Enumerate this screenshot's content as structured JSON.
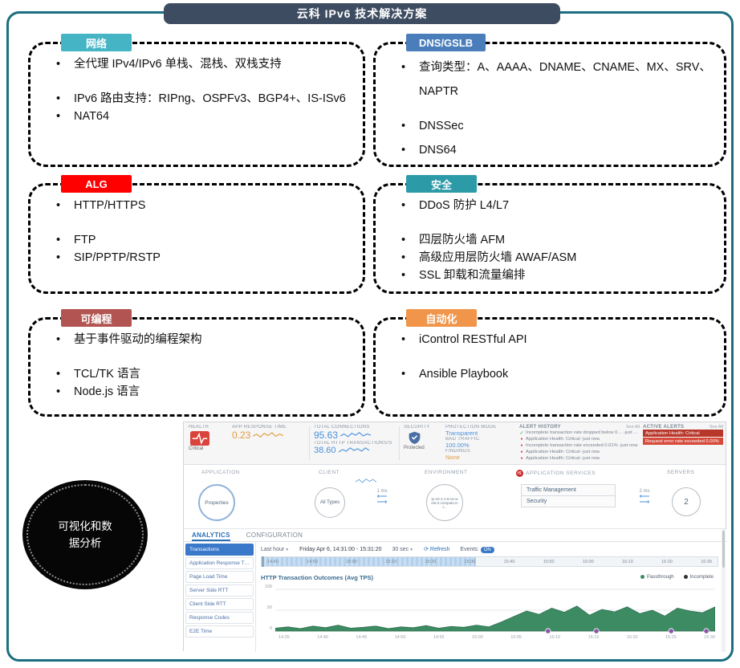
{
  "page": {
    "title": "云科 IPv6 技术解决方案"
  },
  "colors": {
    "page_border": "#1a6e80",
    "title_banner": "#3e4c61",
    "alert_red": "#c0392b",
    "chart_green": "#3d8b63"
  },
  "boxes": [
    {
      "label": "网络",
      "color": "#45b5c6",
      "bullets": [
        "全代理 IPv4/IPv6 单栈、混栈、双栈支持",
        "IPv6 路由支持：RIPng、OSPFv3、BGP4+、IS-ISv6",
        "NAT64"
      ]
    },
    {
      "label": "DNS/GSLB",
      "color": "#4a7ebb",
      "bullets": [
        "查询类型：A、AAAA、DNAME、CNAME、MX、SRV、NAPTR",
        "DNSSec",
        "DNS64"
      ]
    },
    {
      "label": "ALG",
      "color": "#fe0000",
      "bullets": [
        "HTTP/HTTPS",
        "FTP",
        "SIP/PPTP/RSTP"
      ]
    },
    {
      "label": "安全",
      "color": "#2d9aa8",
      "bullets": [
        "DDoS 防护 L4/L7",
        "四层防火墙 AFM",
        "高级应用层防火墙 AWAF/ASM",
        "SSL 卸载和流量编排"
      ]
    },
    {
      "label": "可编程",
      "color": "#b25552",
      "bullets": [
        "基于事件驱动的编程架构",
        "TCL/TK 语言",
        "Node.js 语言"
      ]
    },
    {
      "label": "自动化",
      "color": "#f0954a",
      "bullets": [
        "iControl RESTful API",
        "Ansible Playbook"
      ]
    }
  ],
  "callout": {
    "line1": "可视化和数",
    "line2": "据分析"
  },
  "dashboard": {
    "kpi": {
      "health_label": "HEALTH",
      "health_status": "Critical",
      "art_label": "APP RESPONSE TIME",
      "art_value": "0.23",
      "conn_label": "TOTAL CONNECTIONS",
      "conn_value": "95.63",
      "http_label": "TOTAL HTTP TRANSACTIONS/S",
      "http_value": "38.60",
      "security_label": "SECURITY",
      "security_status": "Protected",
      "protection_label": "PROTECTION MODE",
      "protection_value": "Transparent",
      "bad_traffic_label": "BAD TRAFFIC",
      "bad_traffic_value": "100.00%",
      "findings_label": "FINDINGS",
      "findings_value": "None"
    },
    "alert_history": {
      "label": "ALERT HISTORY",
      "see_all": "See All",
      "items": [
        "Incomplete transaction rate dropped below 0… -just now",
        "Application Health: Critical -just now",
        "Incomplete transaction rate exceeded 0.01% -just now",
        "Application Health: Critical -just now",
        "Application Health: Critical -just now"
      ]
    },
    "active_alerts": {
      "label": "ACTIVE ALERTS",
      "see_all": "See All",
      "items": [
        "Application Health: Critical",
        "Request error rate exceeded 0.00%"
      ]
    },
    "topology": {
      "application_label": "APPLICATION",
      "application_node": "Properties",
      "client_label": "CLIENT",
      "client_node": "All Types",
      "latency_client": "1 ms",
      "environment_label": "ENVIRONMENT",
      "environment_node": "ip-10-1-1-8-us-west-2.compute.int...",
      "services_label": "APPLICATION SERVICES",
      "services": [
        "Traffic Management",
        "Security"
      ],
      "latency_server": "2 ms",
      "servers_label": "SERVERS",
      "servers_node": "2"
    },
    "tabs": {
      "analytics": "ANALYTICS",
      "configuration": "CONFIGURATION"
    },
    "sidebar": [
      "Transactions",
      "Application Response Time",
      "Page Load Time",
      "Server Side RTT",
      "Client Side RTT",
      "Response Codes",
      "E2E Time"
    ],
    "toolbar": {
      "range": "Last hour",
      "date_range": "Friday Apr 6, 14:31:00 - 15:31:20",
      "interval": "30 sec",
      "refresh": "Refresh",
      "events_label": "Events:",
      "events_state": "ON"
    },
    "timeline_ticks": [
      "14:40",
      "14:50",
      "15:00",
      "15:10",
      "15:20",
      "15:30",
      "15:40",
      "15:50",
      "16:00",
      "16:10",
      "16:20",
      "16:30"
    ],
    "sparklines": {
      "response": [
        4,
        7,
        3,
        8,
        5,
        9,
        4,
        7,
        5
      ],
      "connections": [
        5,
        8,
        4,
        9,
        6,
        10,
        5,
        8,
        6
      ],
      "transactions": [
        3,
        6,
        4,
        8,
        5,
        7,
        4,
        8,
        5
      ],
      "client": [
        4,
        8,
        3,
        9,
        5,
        8,
        4
      ]
    }
  },
  "chart_data": {
    "type": "area",
    "title": "HTTP Transaction Outcomes (Avg TPS)",
    "legend": [
      {
        "name": "Passthrough",
        "color": "#3d8b63"
      },
      {
        "name": "Incomplete",
        "color": "#333333"
      }
    ],
    "ylim": [
      0,
      100
    ],
    "yticks": [
      "100",
      "50",
      "0"
    ],
    "x_ticks": [
      "14:35",
      "14:40",
      "14:45",
      "14:50",
      "14:55",
      "15:00",
      "15:05",
      "15:10",
      "15:15",
      "15:20",
      "15:25",
      "15:30"
    ],
    "series": [
      {
        "name": "Passthrough",
        "values": [
          7,
          10,
          6,
          12,
          8,
          14,
          7,
          9,
          12,
          6,
          10,
          8,
          13,
          7,
          11,
          9,
          14,
          10,
          22,
          35,
          48,
          40,
          55,
          45,
          60,
          38,
          52,
          46,
          58,
          42,
          50,
          36,
          55,
          48,
          44,
          58
        ]
      }
    ],
    "event_marker_positions": [
      0.62,
      0.73,
      0.9,
      0.98
    ]
  }
}
